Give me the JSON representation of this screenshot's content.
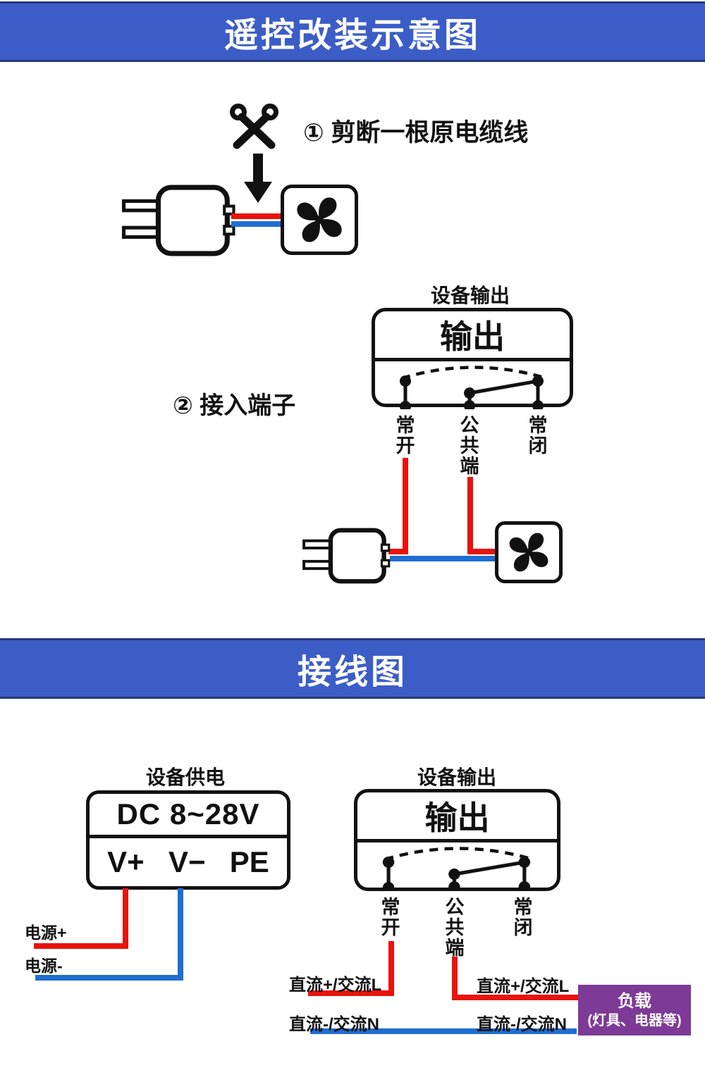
{
  "colors": {
    "header_bg": "#3c5dc6",
    "header_border": "#27397b",
    "wire_red": "#e8130d",
    "wire_blue": "#1e6ed2",
    "load_bg": "#7d3a96",
    "line_black": "#111111"
  },
  "header1": {
    "title": "遥控改装示意图"
  },
  "header2": {
    "title": "接线图"
  },
  "section1": {
    "step1_label": "① 剪断一根原电缆线",
    "step2_label": "② 接入端子",
    "output_label": "设备输出",
    "output_box_title": "输出",
    "terminals": {
      "no": "常开",
      "com": "公共端",
      "nc": "常闭"
    }
  },
  "section2": {
    "supply_label": "设备供电",
    "supply_voltage": "DC 8~28V",
    "supply_terminals": [
      "V+",
      "V−",
      "PE"
    ],
    "power_plus_label": "电源+",
    "power_minus_label": "电源-",
    "output_label": "设备输出",
    "output_box_title": "输出",
    "terminals": {
      "no": "常开",
      "com": "公共端",
      "nc": "常闭"
    },
    "wire_labels": {
      "left_live": "直流+/交流L",
      "left_neutral": "直流-/交流N",
      "right_live": "直流+/交流L",
      "right_neutral": "直流-/交流N"
    },
    "load": {
      "line1": "负载",
      "line2": "(灯具、电器等)"
    }
  },
  "icons": {
    "scissors": "scissors-icon",
    "arrow_down": "arrow-down-icon",
    "fan": "fan-icon",
    "plug": "plug-icon"
  }
}
